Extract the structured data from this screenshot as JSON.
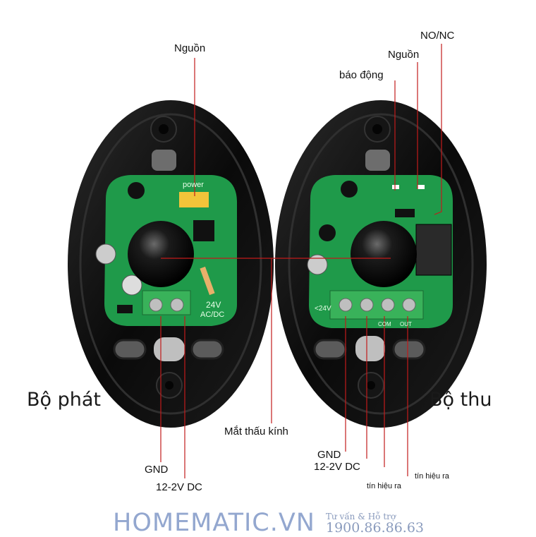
{
  "labels": {
    "emitter_power": "Nguồn",
    "no_nc": "NO/NC",
    "receiver_power": "Nguồn",
    "alarm": "báo động",
    "emitter": "Bộ phát",
    "receiver": "Bộ thu",
    "lens": "Mắt thấu kính",
    "gnd_left": "GND",
    "dc_left": "12-2V DC",
    "gnd_right": "GND",
    "dc_right": "12-2V DC",
    "signal_out_1": "tín hiệu ra",
    "signal_out_2": "tín hiệu ra"
  },
  "pcb_text": {
    "power": "power",
    "volt": "24V",
    "acdc": "AC/DC",
    "volt_right": "<24V",
    "com": "COM",
    "out": "OUT"
  },
  "brand": {
    "name": "HOMEMATIC.VN",
    "support": "Tư vấn & Hỗ trợ",
    "phone": "1900.86.86.63"
  },
  "colors": {
    "pointer_line": "#c21b1b",
    "pcb": "#1f9a4a",
    "housing": "#0d0d0d",
    "brand": "#93a7cf"
  }
}
